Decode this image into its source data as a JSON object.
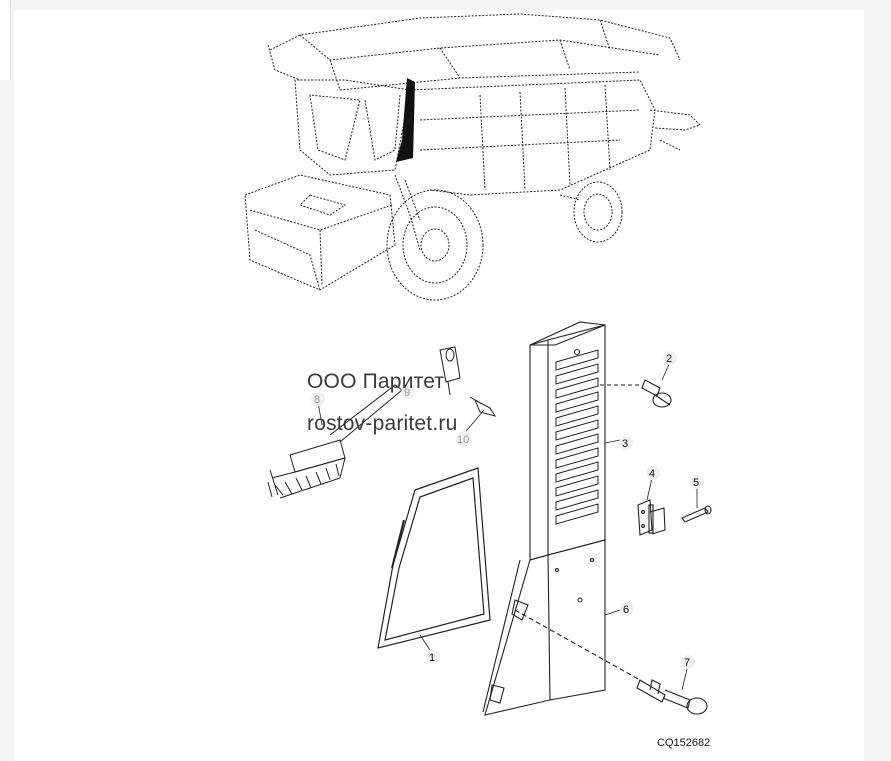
{
  "watermark": {
    "line1": "ООО Паритет",
    "line2": "rostov-paritet.ru"
  },
  "figure_code": "CQ152682",
  "callouts": [
    "1",
    "2",
    "3",
    "4",
    "5",
    "6",
    "7",
    "8",
    "9",
    "10"
  ],
  "parts": {
    "p1": "window-seal",
    "p2": "knob",
    "p3": "louvered-panel",
    "p4": "hinge",
    "p5": "pin",
    "p6": "bracket-panel",
    "p7": "latch",
    "p8": "brush",
    "p9": "clip",
    "p10": "screw"
  },
  "colors": {
    "line": "#222222",
    "highlight": "#111111",
    "background": "#ffffff"
  }
}
